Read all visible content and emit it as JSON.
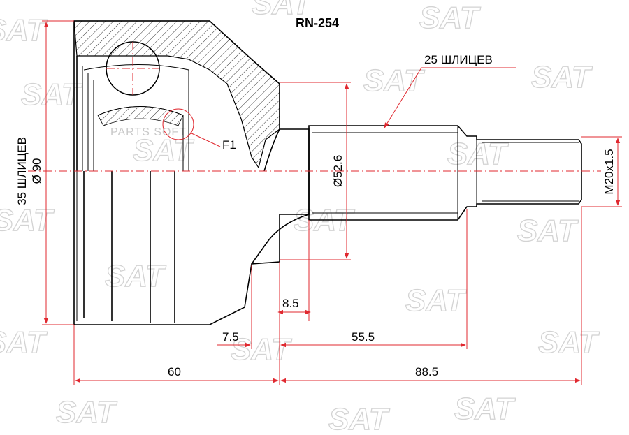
{
  "part_number": "RN-254",
  "watermark": {
    "brand": "SAT",
    "secondary": "PARTS SOFT"
  },
  "labels": {
    "outer_splines": "35 ШЛИЦЕВ",
    "outer_diameter": "Ø 90",
    "inner_splines": "25 ШЛИЦЕВ",
    "shaft_diameter": "Ø52.6",
    "thread": "M20x1.5",
    "detail_ref": "F1"
  },
  "dimensions": {
    "d_8_5": "8.5",
    "d_7_5": "7.5",
    "d_55_5": "55.5",
    "d_60": "60",
    "d_88_5": "88.5"
  },
  "colors": {
    "dimension_lines": "#e0282f",
    "part_outline": "#000000",
    "watermark": "#d3d3d3"
  }
}
